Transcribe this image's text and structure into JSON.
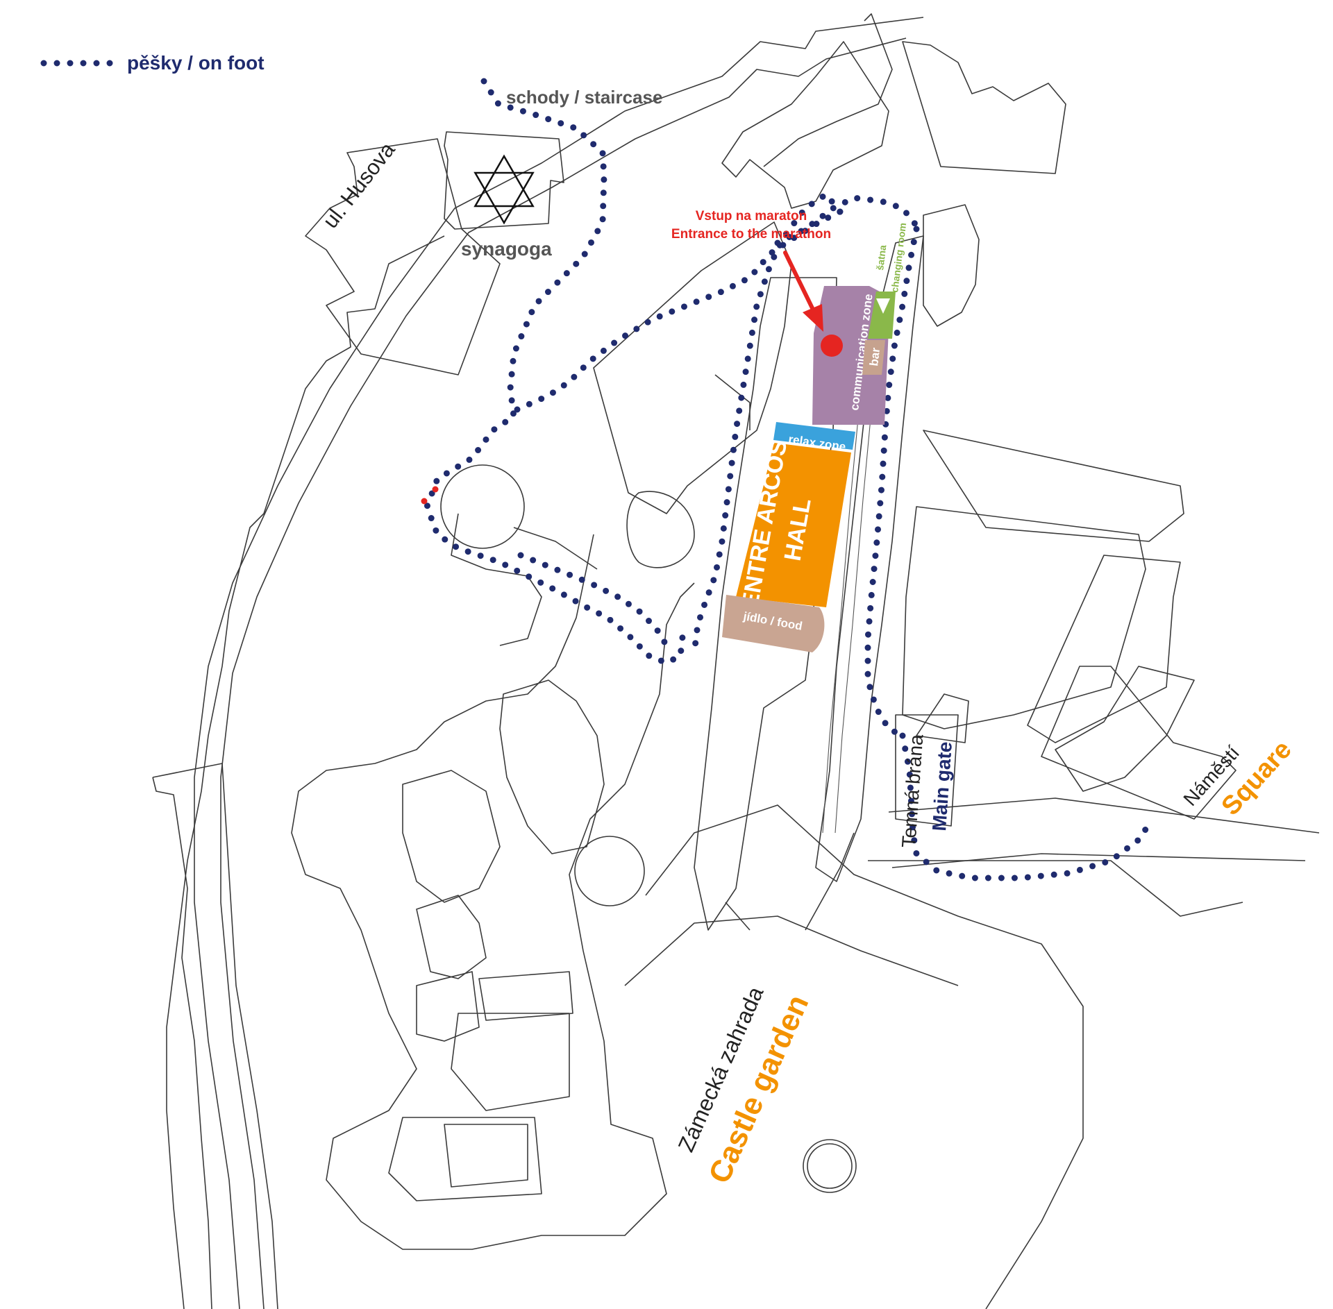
{
  "legend": {
    "route_label": "pěšky / on foot"
  },
  "labels": {
    "staircase": "schody / staircase",
    "street": "ul. Husova",
    "synagogue": "synagoga",
    "entrance_cz": "Vstup na maraton",
    "entrance_en": "Entrance to the marathon",
    "changing_cz": "šatna",
    "changing_en": "changing room",
    "communication_zone": "communication zone",
    "bar": "bar",
    "relax_zone": "relax zone",
    "hall_line1": "ENTRE ARCOS",
    "hall_line2": "HALL",
    "food": "jídlo / food",
    "gate_cz": "Temná brána",
    "gate_en": "Main gate",
    "square_cz": "Náměstí",
    "square_en": "Square",
    "garden_cz": "Zámecká zahrada",
    "garden_en": "Castle garden"
  },
  "colors": {
    "route": "#1f2b6e",
    "entrance": "#e52521",
    "hall": "#f39200",
    "communication_zone": "#a682a8",
    "changing_room": "#8ab84a",
    "bar": "#c6a28e",
    "relax_zone": "#3aa2dc",
    "food": "#c9a592",
    "orange_text": "#f39200",
    "dark_text": "#222222",
    "gray_text": "#555555"
  }
}
